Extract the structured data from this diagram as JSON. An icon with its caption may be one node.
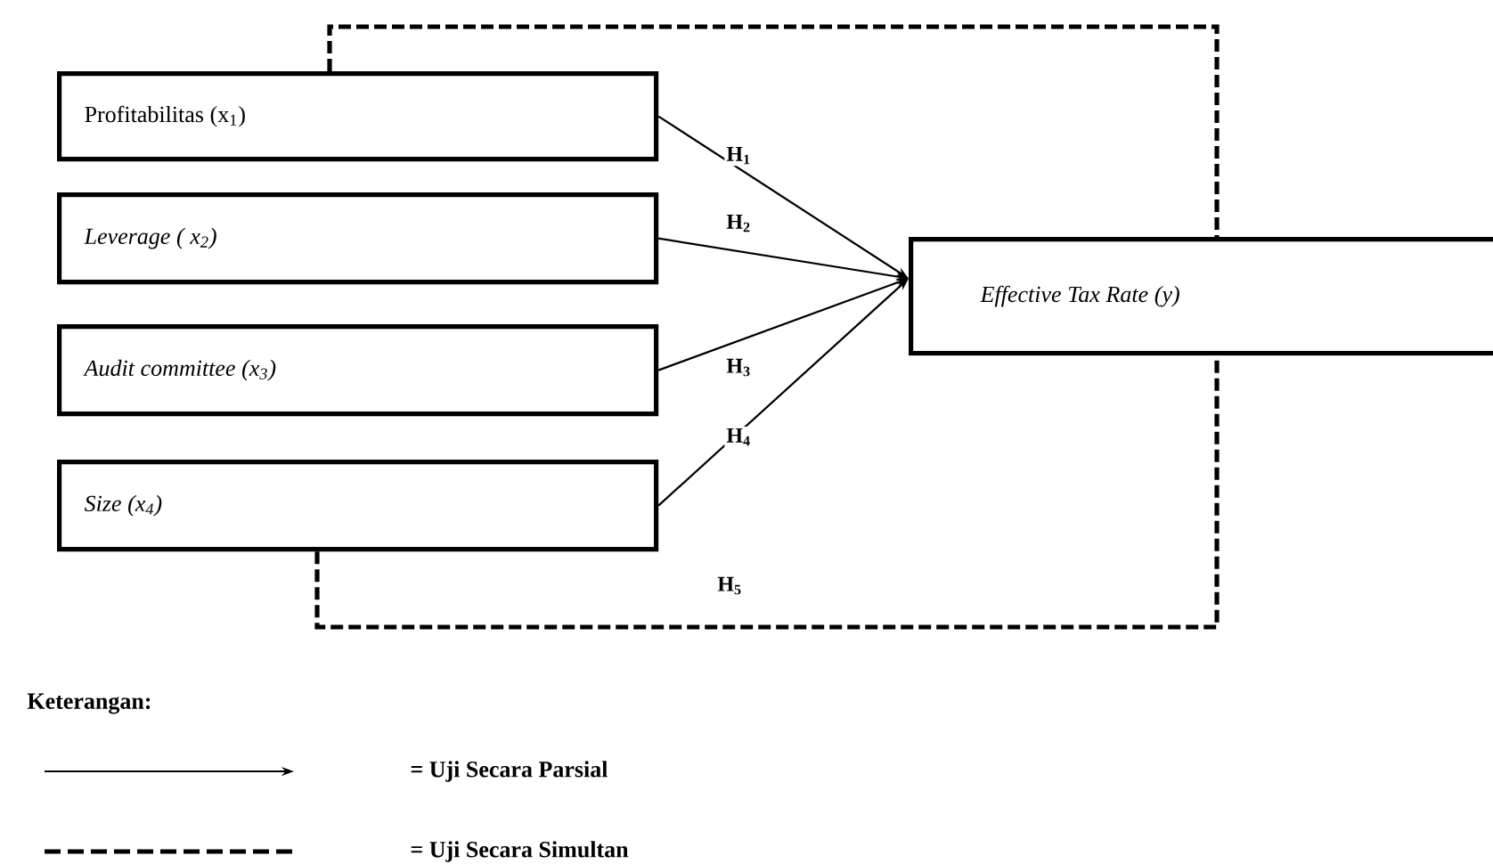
{
  "diagram": {
    "nodes": [
      {
        "text": [
          "Profitabilitas (x$_{1}$)"
        ]
      },
      {
        "text": [
          "Leverage ( x$_{2}$)"
        ]
      },
      {
        "text": [
          "Audit committee (x$_{3}$)"
        ]
      },
      {
        "text": [
          "Size (x$_{4}$)"
        ]
      },
      {
        "text": [
          "Effective Tax Rate (y)"
        ]
      }
    ],
    "edges": [
      {
        "from": 0,
        "to": 4,
        "arrow": "to",
        "label": "H$_{1}$"
      },
      {
        "from": 1,
        "to": 4,
        "arrow": "to",
        "label": "H$_{2}$"
      },
      {
        "from": 2,
        "to": 4,
        "arrow": "to",
        "label": "H$_{3}$"
      },
      {
        "from": 3,
        "to": 4,
        "arrow": "to",
        "label": "H$_{4}$"
      },
      {
        "from": 0,
        "to": 4,
        "arrow": "none",
        "style": "dashed"
      },
      {
        "from": 3,
        "to": 4,
        "arrow": "none",
        "style": "dashed",
        "label": "H$_{5}$"
      }
    ],
    "labels": [
      "Keterangan:"
    ],
    "legend": [
      {
        "text": "= Uji Secara Parsial"
      },
      {
        "text": "= Uji Secara Simultan"
      }
    ]
  }
}
